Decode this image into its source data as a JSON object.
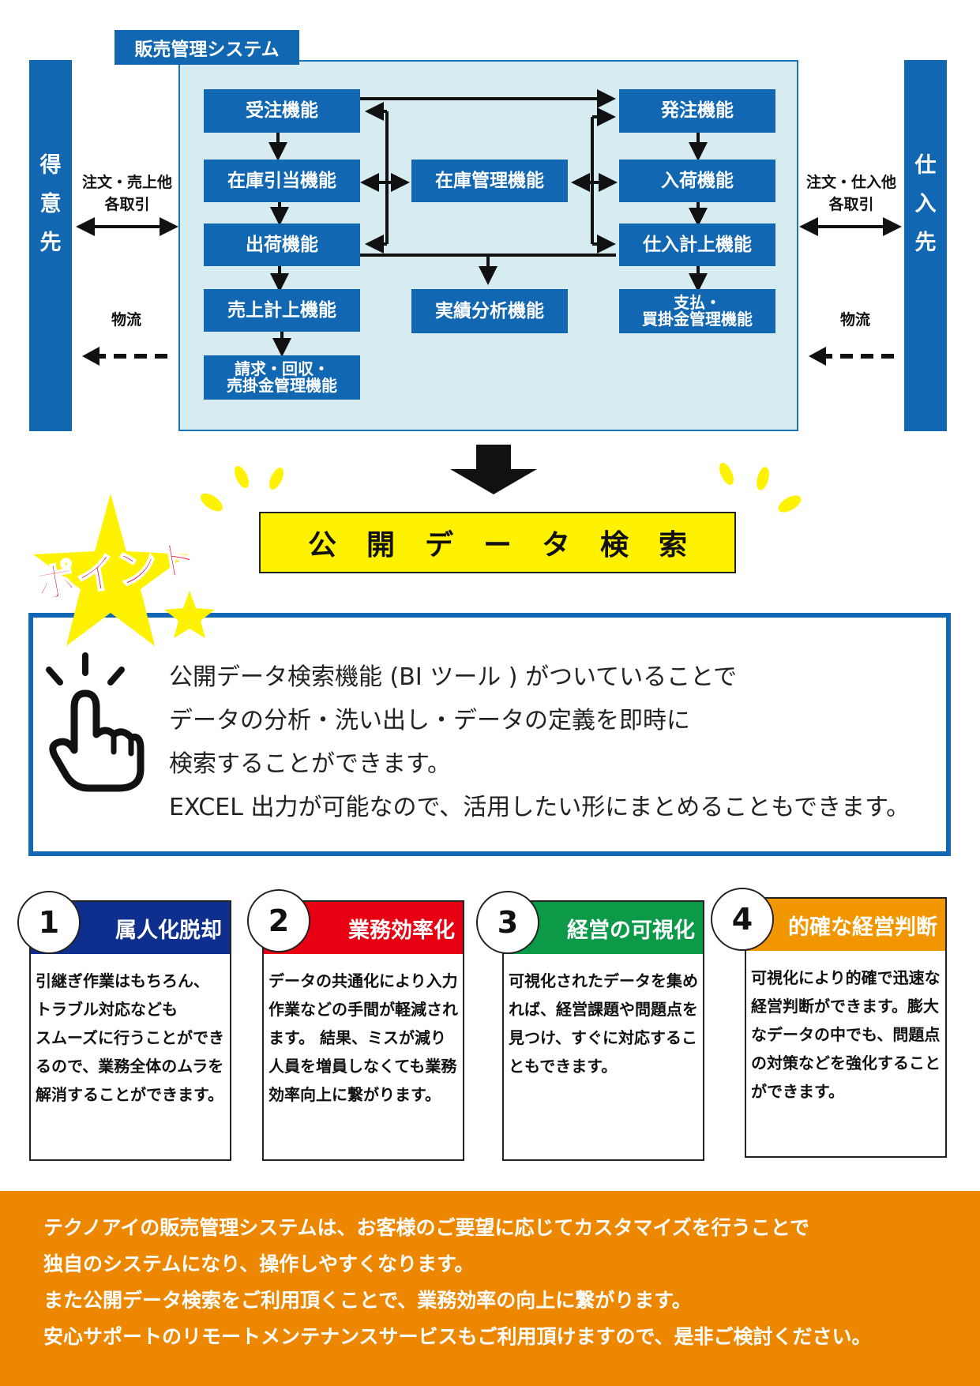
{
  "system": {
    "title": "販売管理システム",
    "functions": {
      "order_receiving": "受注機能",
      "stock_allocation": "在庫引当機能",
      "shipping": "出荷機能",
      "sales_posting": "売上計上機能",
      "billing_line1": "請求・回収・",
      "billing_line2": "売掛金管理機能",
      "inventory": "在庫管理機能",
      "analysis": "実績分析機能",
      "ordering": "発注機能",
      "receiving": "入荷機能",
      "purchase_posting": "仕入計上機能",
      "payment_line1": "支払・",
      "payment_line2": "買掛金管理機能"
    }
  },
  "customer": {
    "label": [
      "得",
      "意",
      "先"
    ]
  },
  "supplier": {
    "label": [
      "仕",
      "入",
      "先"
    ]
  },
  "edges": {
    "customer_trade_line1": "注文・売上他",
    "customer_trade_line2": "各取引",
    "customer_logistics": "物流",
    "supplier_trade_line1": "注文・仕入他",
    "supplier_trade_line2": "各取引",
    "supplier_logistics": "物流"
  },
  "search": {
    "title": "公開データ検索"
  },
  "point": {
    "badge": "ポイント",
    "lines": [
      "公開データ検索機能 (BI ツール ) がついていることで",
      "データの分析・洗い出し・データの定義を即時に",
      "検索することができます。",
      "EXCEL 出力が可能なので、活用したい形にまとめることもできます。"
    ]
  },
  "cards": [
    {
      "number": "1",
      "title": "属人化脱却",
      "color": "#0e2f8e",
      "lines": [
        "引継ぎ作業はもちろん、",
        "トラブル対応なども",
        "スムーズに行うことができ",
        "るので、業務全体のムラを",
        "解消することができます。"
      ]
    },
    {
      "number": "2",
      "title": "業務効率化",
      "color": "#e60012",
      "lines": [
        "データの共通化により入力",
        "作業などの手間が軽減され",
        "ます。 結果、ミスが減り",
        "人員を増員しなくても業務",
        "効率向上に繋がります。"
      ]
    },
    {
      "number": "3",
      "title": "経営の可視化",
      "color": "#0c9a48",
      "lines": [
        "可視化されたデータを集め",
        "れば、経営課題や問題点を",
        "見つけ、すぐに対応するこ",
        "ともできます。"
      ]
    },
    {
      "number": "4",
      "title": "的確な経営判断",
      "color": "#f29600",
      "lines": [
        "可視化により的確で迅速な",
        "経営判断ができます。膨大",
        "なデータの中でも、問題点",
        "の対策などを強化すること",
        "ができます。"
      ]
    }
  ],
  "footer": {
    "lines": [
      "テクノアイの販売管理システムは、お客様のご要望に応じてカスタマイズを行うことで",
      "独自のシステムになり、操作しやすくなります。",
      "また公開データ検索をご利用頂くことで、業務効率の向上に繋がります。",
      "安心サポートのリモートメンテナンスサービスもご利用頂けますので、是非ご検討ください。"
    ]
  }
}
